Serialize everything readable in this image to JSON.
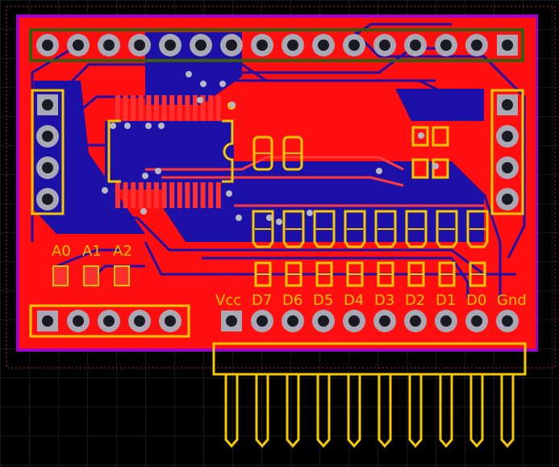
{
  "colors": {
    "background": "#000000",
    "grid": "#2a2a2a",
    "copper_top": "#ff0f0f",
    "copper_bottom": "#1c10a6",
    "silkscreen": "#f5c800",
    "board_outline": "#a000c8",
    "pad": "#a9a9b5",
    "drill": "#1a1a22",
    "via": "#b8b8c2"
  },
  "labels": {
    "header_a": [
      "A0",
      "A1",
      "A2"
    ],
    "header_data": [
      "Vcc",
      "D7",
      "D6",
      "D5",
      "D4",
      "D3",
      "D2",
      "D1",
      "D0",
      "Gnd"
    ]
  },
  "components": {
    "top_header_pins": 16,
    "left_header_pins": 4,
    "right_header_pins": 4,
    "bottom_left_header_pins": 5,
    "bottom_right_header_pins": 10,
    "led_resistor_pairs": 8
  }
}
